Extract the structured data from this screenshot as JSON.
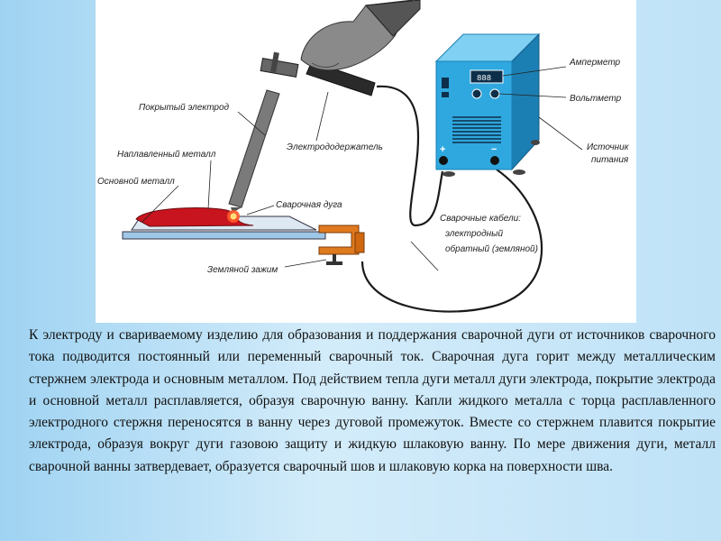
{
  "diagram": {
    "labels": {
      "ammeter": "Амперметр",
      "voltmeter": "Вольтметр",
      "power_source_line1": "Источник",
      "power_source_line2": "питания",
      "coated_electrode": "Покрытый электрод",
      "electrode_holder": "Электрододержатель",
      "deposited_metal": "Наплавленный металл",
      "base_metal": "Основной металл",
      "welding_arc": "Сварочная дуга",
      "welding_cables": "Сварочные кабели:",
      "electrode_cable": "электродный",
      "return_cable": "обратный (земляной)",
      "ground_clamp": "Земляной зажим",
      "plus_terminal": "+",
      "minus_terminal": "−"
    },
    "colors": {
      "machine": "#2fa8df",
      "machine_dark": "#1c7fb3",
      "glove": "#8a8a8a",
      "metal_pool": "#c8141e",
      "clamp": "#e07a1f",
      "cable": "#1a1a1a"
    }
  },
  "text": {
    "paragraph": "К электроду и свариваемому изделию для образования и поддержания сварочной дуги от источников сварочного тока подводится постоянный или переменный сварочный ток. Сварочная дуга горит между металлическим стержнем электрода  и основным металлом. Под действием тепла дуги металл дуги электрода, покрытие электрода и основной металл расплавляется, образуя сварочную ванну. Капли жидкого металла с торца расплавленного электродного стержня переносятся в ванну через дуговой промежуток. Вместе со стержнем плавится покрытие электрода, образуя вокруг дуги газовою защиту и жидкую шлаковую ванну. По мере движения дуги, металл сварочной ванны затвердевает, образуется сварочный шов и шлаковую корка на поверхности шва."
  }
}
